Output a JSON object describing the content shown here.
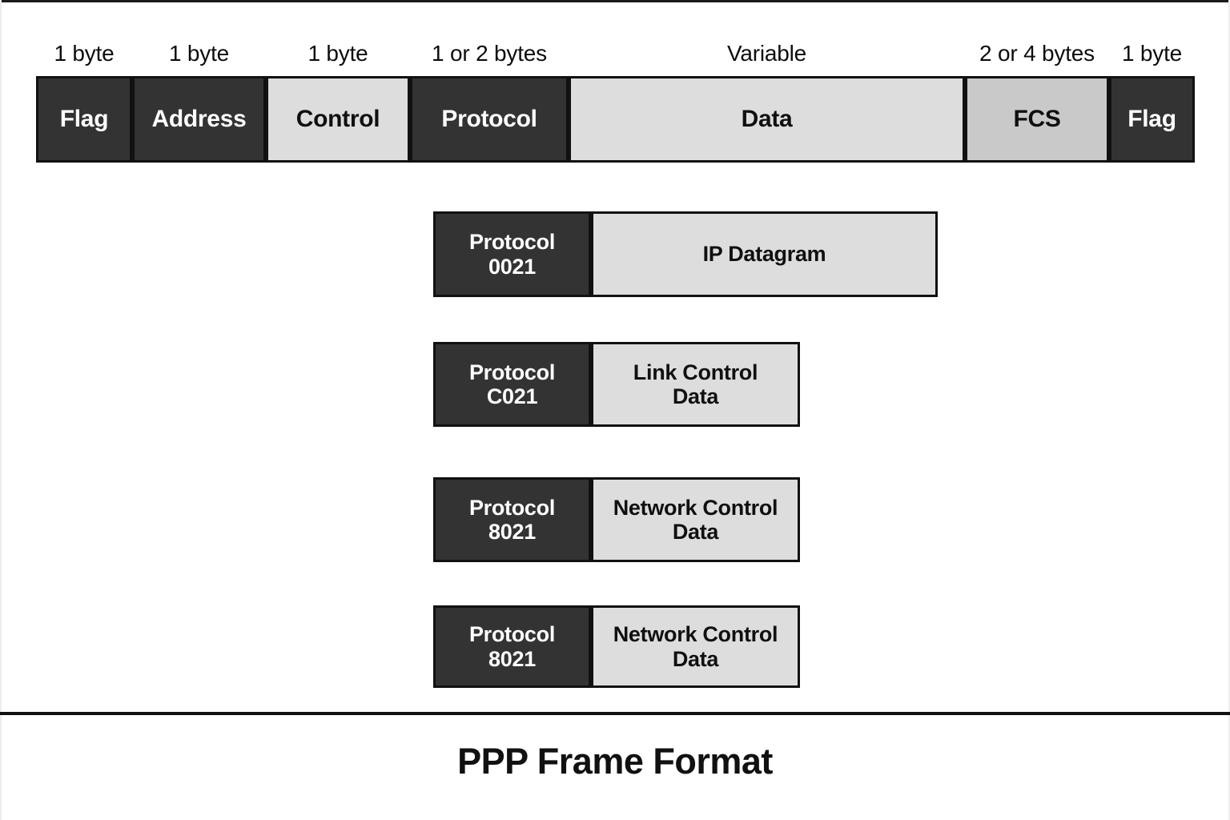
{
  "figure": {
    "title": "PPP Frame Format"
  },
  "main_frame": {
    "size_labels": [
      {
        "text": "1 byte"
      },
      {
        "text": "1 byte"
      },
      {
        "text": "1 byte"
      },
      {
        "text": "1 or 2 bytes"
      },
      {
        "text": "Variable"
      },
      {
        "text": "2 or 4 bytes"
      },
      {
        "text": "1 byte"
      }
    ],
    "fields": [
      {
        "label": "Flag",
        "shade": "dark"
      },
      {
        "label": "Address",
        "shade": "dark"
      },
      {
        "label": "Control",
        "shade": "light"
      },
      {
        "label": "Protocol",
        "shade": "dark"
      },
      {
        "label": "Data",
        "shade": "light"
      },
      {
        "label": "FCS",
        "shade": "mid"
      },
      {
        "label": "Flag",
        "shade": "dark"
      }
    ]
  },
  "sub_frames": [
    {
      "protocol_line1": "Protocol",
      "protocol_line2": "0021",
      "payload_line1": "IP Datagram",
      "payload_line2": ""
    },
    {
      "protocol_line1": "Protocol",
      "protocol_line2": "C021",
      "payload_line1": "Link Control",
      "payload_line2": "Data"
    },
    {
      "protocol_line1": "Protocol",
      "protocol_line2": "8021",
      "payload_line1": "Network Control",
      "payload_line2": "Data"
    },
    {
      "protocol_line1": "Protocol",
      "protocol_line2": "8021",
      "payload_line1": "Network Control",
      "payload_line2": "Data"
    }
  ],
  "colors": {
    "dark_fill": "#333333",
    "light_fill": "#dddddd",
    "mid_fill": "#c9c9c9",
    "stroke": "#111111",
    "background": "#ffffff"
  }
}
